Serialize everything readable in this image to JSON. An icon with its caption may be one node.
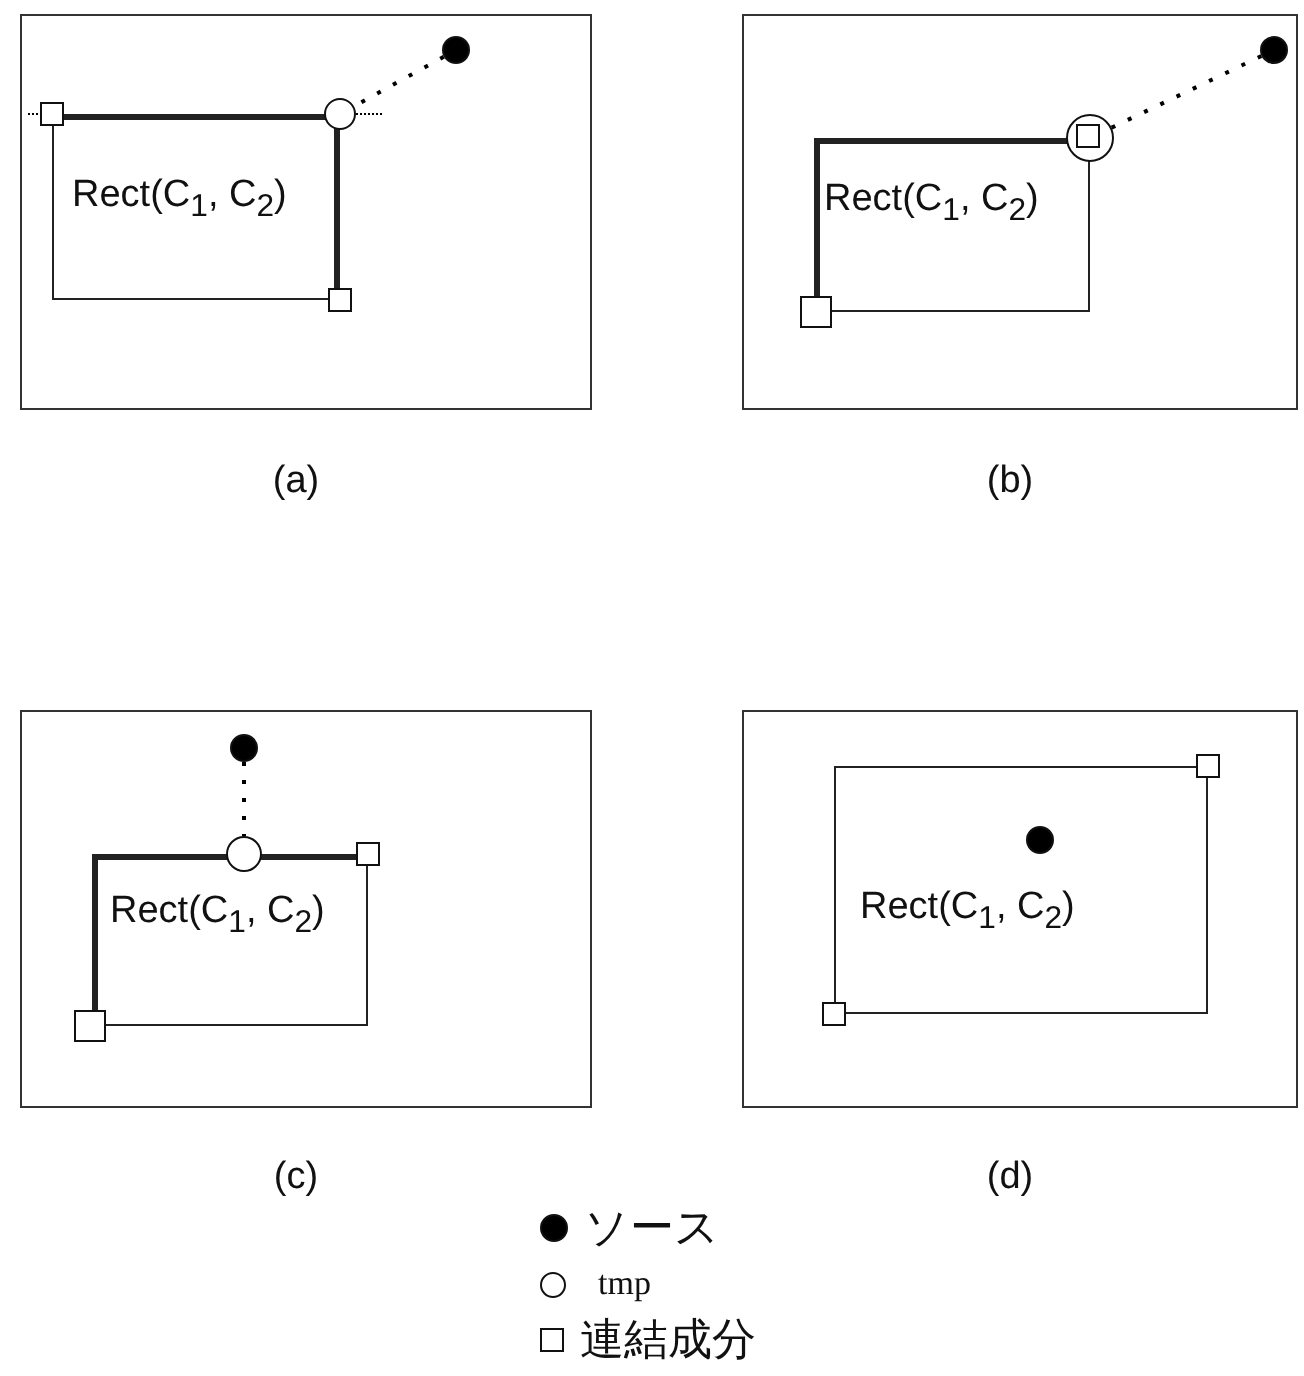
{
  "diagram": {
    "nodes": [
      {
        "text": [],
        "shape": "box",
        "beside": [
          "(a)"
        ]
      },
      {
        "text": [
          "Rect(C$_{1}$, C$_{2}$)"
        ],
        "in": 0
      },
      {
        "text": [],
        "shape": "dot",
        "in": 0
      },
      {
        "text": [],
        "shape": "circle",
        "in": 0
      },
      {
        "text": [],
        "shape": "box",
        "in": 0
      },
      {
        "text": [],
        "shape": "box",
        "in": 0
      },
      {
        "text": [],
        "shape": "box",
        "beside": [
          "(b)"
        ]
      },
      {
        "text": [
          "Rect(C$_{1}$, C$_{2}$)"
        ],
        "in": 6
      },
      {
        "text": [],
        "shape": "dot",
        "in": 6
      },
      {
        "text": [],
        "shape": "circle",
        "in": 6
      },
      {
        "text": [],
        "shape": "box",
        "in": 9
      },
      {
        "text": [],
        "shape": "box",
        "in": 6
      },
      {
        "text": [],
        "shape": "box",
        "beside": [
          "(c)"
        ]
      },
      {
        "text": [
          "Rect(C$_{1}$, C$_{2}$)"
        ],
        "in": 12
      },
      {
        "text": [],
        "shape": "dot",
        "in": 12
      },
      {
        "text": [],
        "shape": "circle",
        "in": 12
      },
      {
        "text": [],
        "shape": "box",
        "in": 12
      },
      {
        "text": [],
        "shape": "box",
        "in": 12
      },
      {
        "text": [],
        "shape": "box",
        "beside": [
          "(d)"
        ]
      },
      {
        "text": [
          "Rect(C$_{1}$, C$_{2}$)"
        ],
        "in": 18
      },
      {
        "text": [],
        "shape": "dot",
        "in": 19
      },
      {
        "text": [],
        "shape": "box",
        "in": 18
      },
      {
        "text": [],
        "shape": "box",
        "in": 18
      }
    ],
    "edges": [
      {
        "from": 2,
        "to": 3,
        "arrow": "none",
        "style": "dashed"
      },
      {
        "from": 8,
        "to": 9,
        "arrow": "none",
        "style": "dashed"
      },
      {
        "from": 14,
        "to": 15,
        "arrow": "none",
        "style": "dashed"
      }
    ],
    "legend": [
      {
        "text": "ソース"
      },
      {
        "text": "tmp"
      },
      {
        "text": "連結成分"
      }
    ]
  }
}
